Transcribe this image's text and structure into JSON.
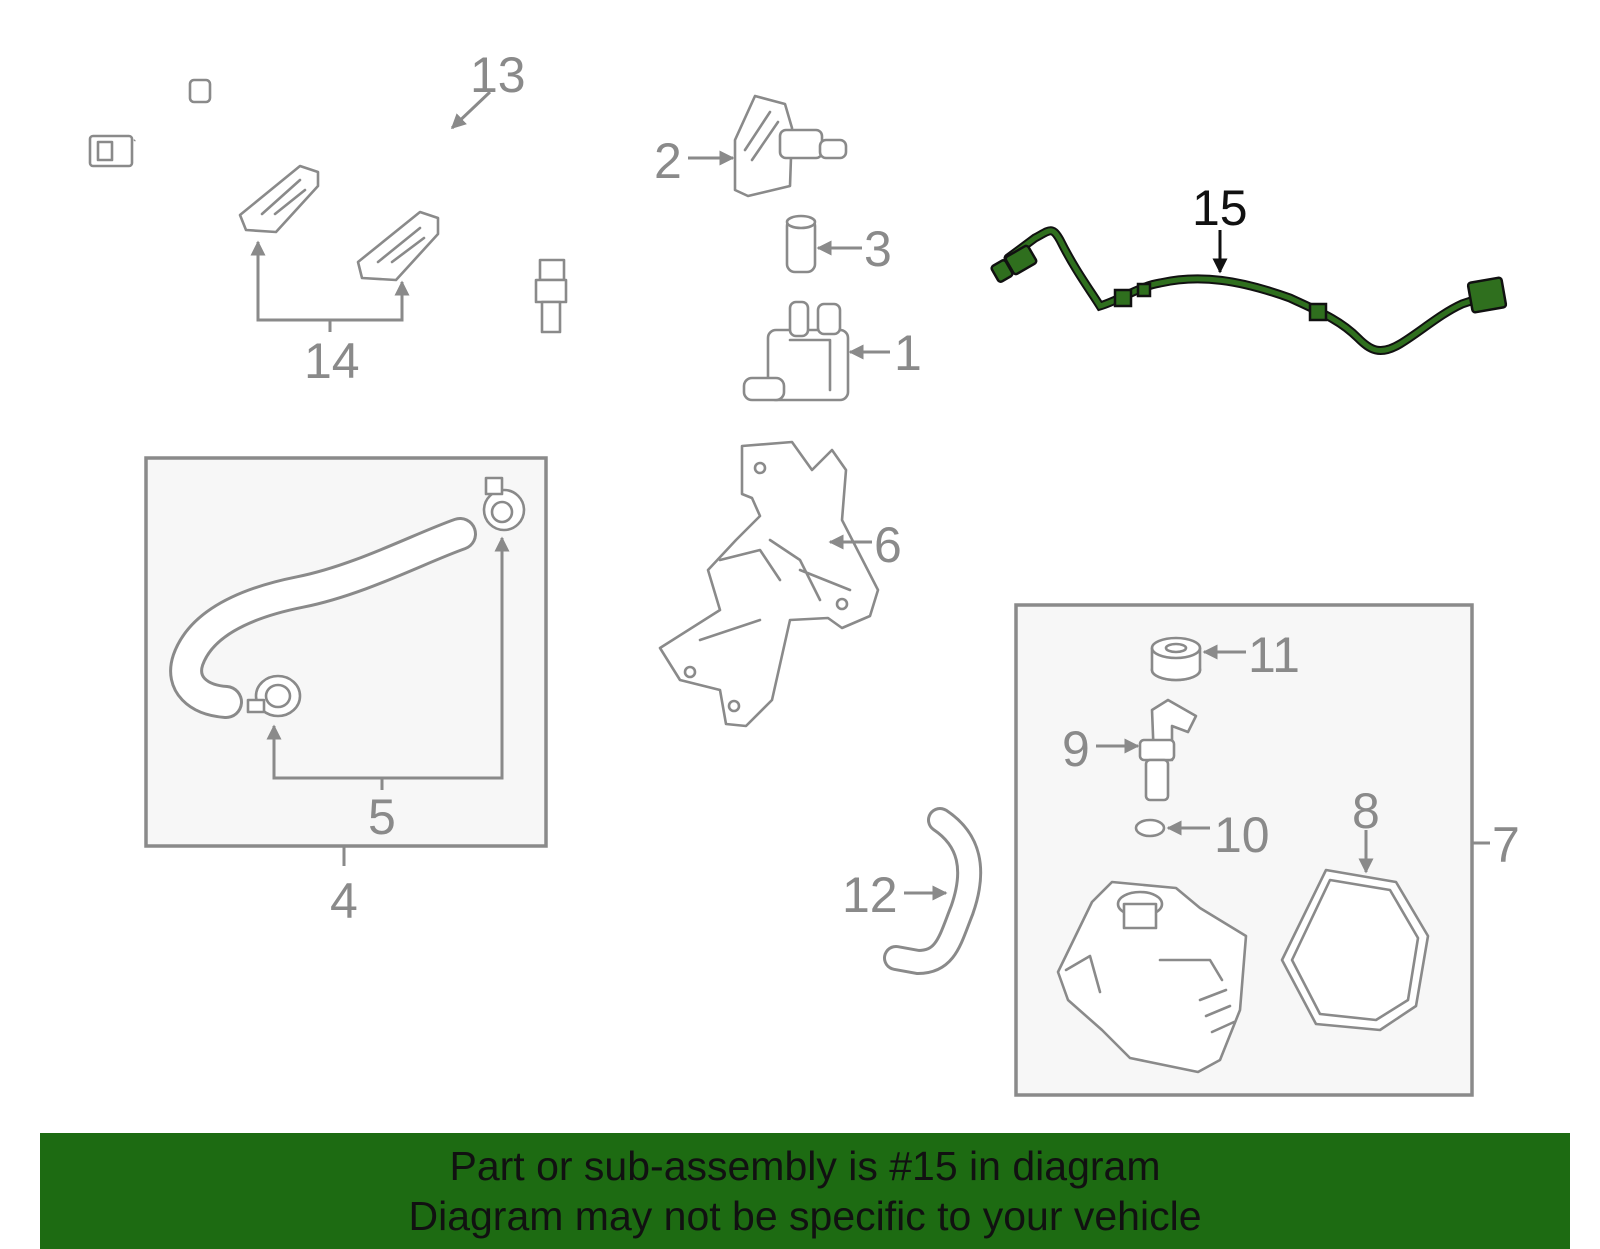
{
  "callouts": {
    "c1": "1",
    "c2": "2",
    "c3": "3",
    "c4": "4",
    "c5": "5",
    "c6": "6",
    "c7": "7",
    "c8": "8",
    "c9": "9",
    "c10": "10",
    "c11": "11",
    "c12": "12",
    "c13": "13",
    "c14": "14",
    "c15": "15"
  },
  "highlighted_part": "15",
  "colors": {
    "banner": "#1d6b12",
    "highlight_part": "#2f6f1e",
    "line_art": "#8a8a8a"
  },
  "banner": {
    "line1": "Part or sub-assembly is #15 in diagram",
    "line2": "Diagram may not be specific to your vehicle"
  }
}
